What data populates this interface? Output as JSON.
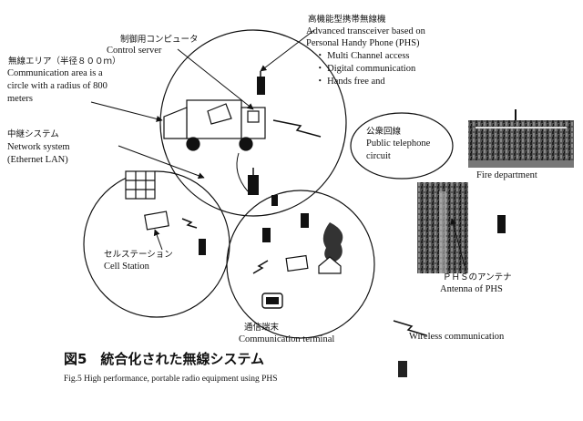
{
  "labels": {
    "control_server_jp": "制御用コンピュータ",
    "control_server_en": "Control server",
    "transceiver_jp": "高機能型携帯無線機",
    "transceiver_en1": "Advanced transceiver based on",
    "transceiver_en2": "Personal Handy Phone (PHS)",
    "feature1": "・ Multi Channel access",
    "feature2": "・ Digital communication",
    "feature3": "・ Hands free and",
    "area_jp": "無線エリア（半径８００ｍ）",
    "area_en1": "Communication area is a",
    "area_en2": "circle with a radius of 800",
    "area_en3": "meters",
    "network_jp": "中継システム",
    "network_en1": "Network system",
    "network_en2": "(Ethernet LAN)",
    "public_jp": "公衆回線",
    "public_en1": "Public telephone",
    "public_en2": "circuit",
    "fire_dept": "Fire department",
    "cell_jp": "セルステーション",
    "cell_en": "Cell Station",
    "antenna_jp": "ＰＨＳのアンテナ",
    "antenna_en": "Antenna of PHS",
    "terminal_jp": "通信端末",
    "terminal_en": "Communication terminal",
    "wireless": "Wireless communication",
    "fig_title": "図5　統合化された無線システム",
    "fig_sub": "Fig.5  High performance, portable radio equipment using PHS"
  },
  "colors": {
    "ink": "#111111",
    "paper": "#ffffff",
    "photo": "#2b2b2b"
  }
}
